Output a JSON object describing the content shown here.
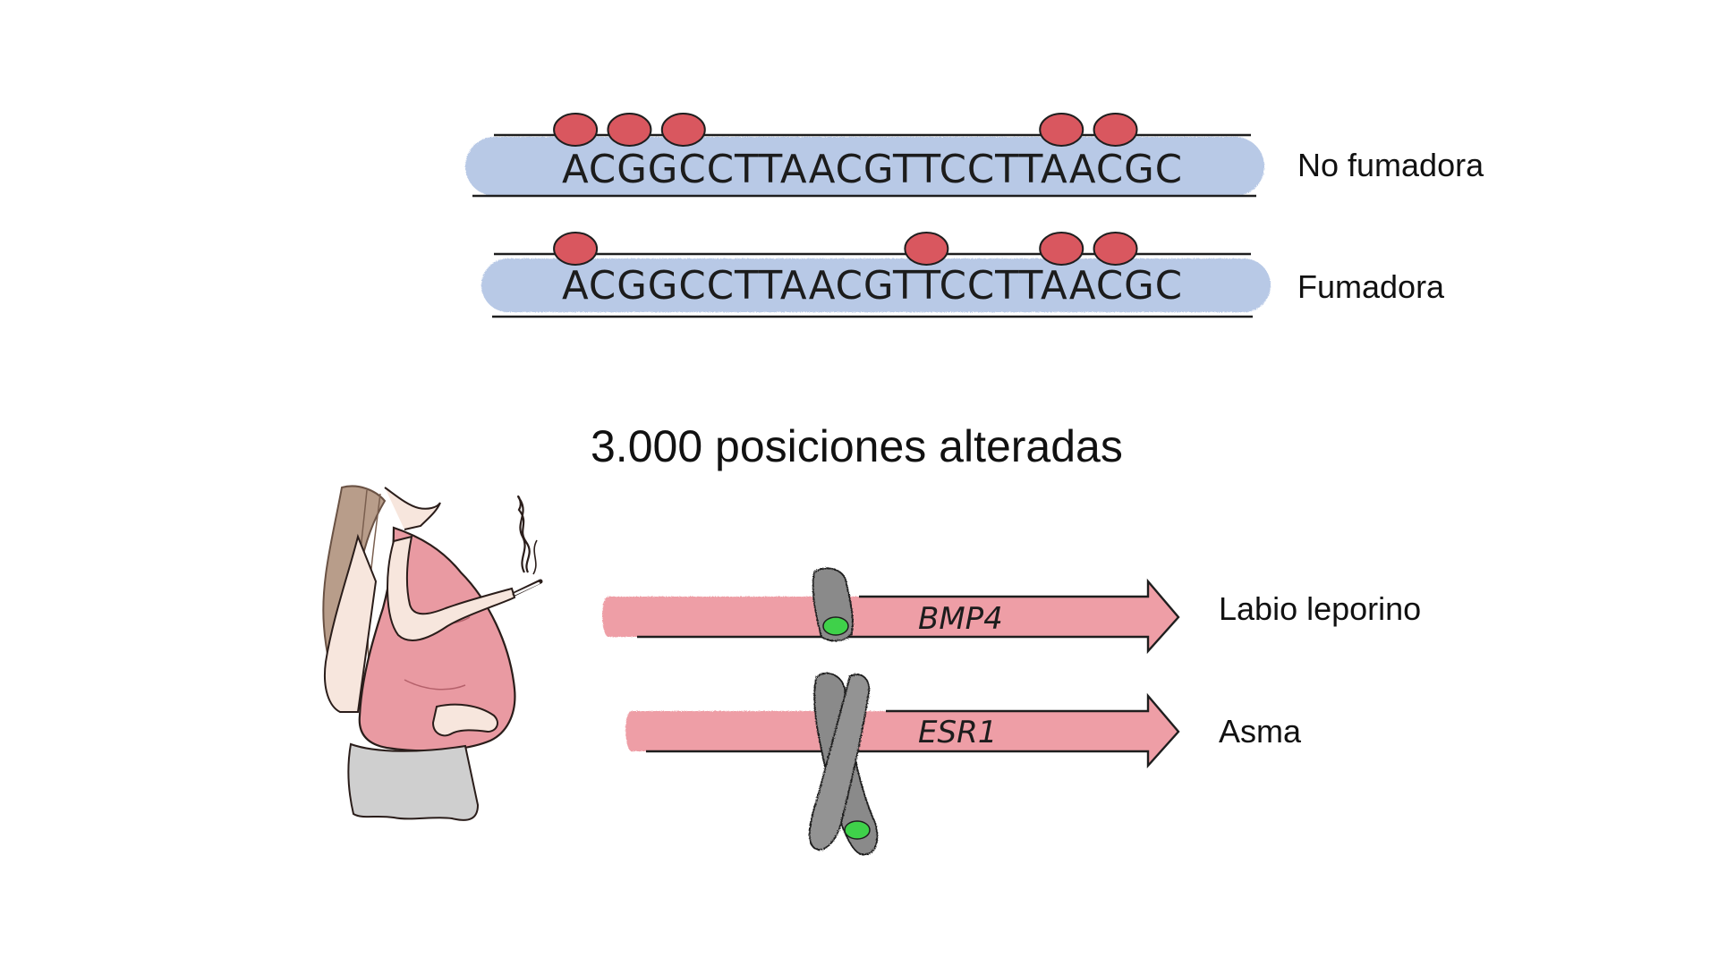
{
  "rows": [
    {
      "sequence": "ACGGCCTTAACGTTCCTTAACGC",
      "label": "No fumadora",
      "methyl_marks": [
        1,
        3,
        5,
        19,
        21
      ]
    },
    {
      "sequence": "ACGGCCTTAACGTTCCTTAACGC",
      "label": "Fumadora",
      "methyl_marks": [
        1,
        14,
        19,
        21
      ]
    }
  ],
  "headline": "3.000 posiciones alteradas",
  "genes": [
    {
      "name": "BMP4",
      "disease": "Labio leporino"
    },
    {
      "name": "ESR1",
      "disease": "Asma"
    }
  ],
  "colors": {
    "dna_band": "#b8c9e6",
    "methyl_mark": "#d9575f",
    "gene_arrow": "#ee9ea6",
    "chromatin": "#8a8a8a",
    "green_mark": "#3fd14a"
  },
  "icons": {
    "woman": "pregnant-smoking-woman-illustration",
    "smoke": "cigarette-smoke-icon",
    "chromosome": "chromosome-icon"
  }
}
